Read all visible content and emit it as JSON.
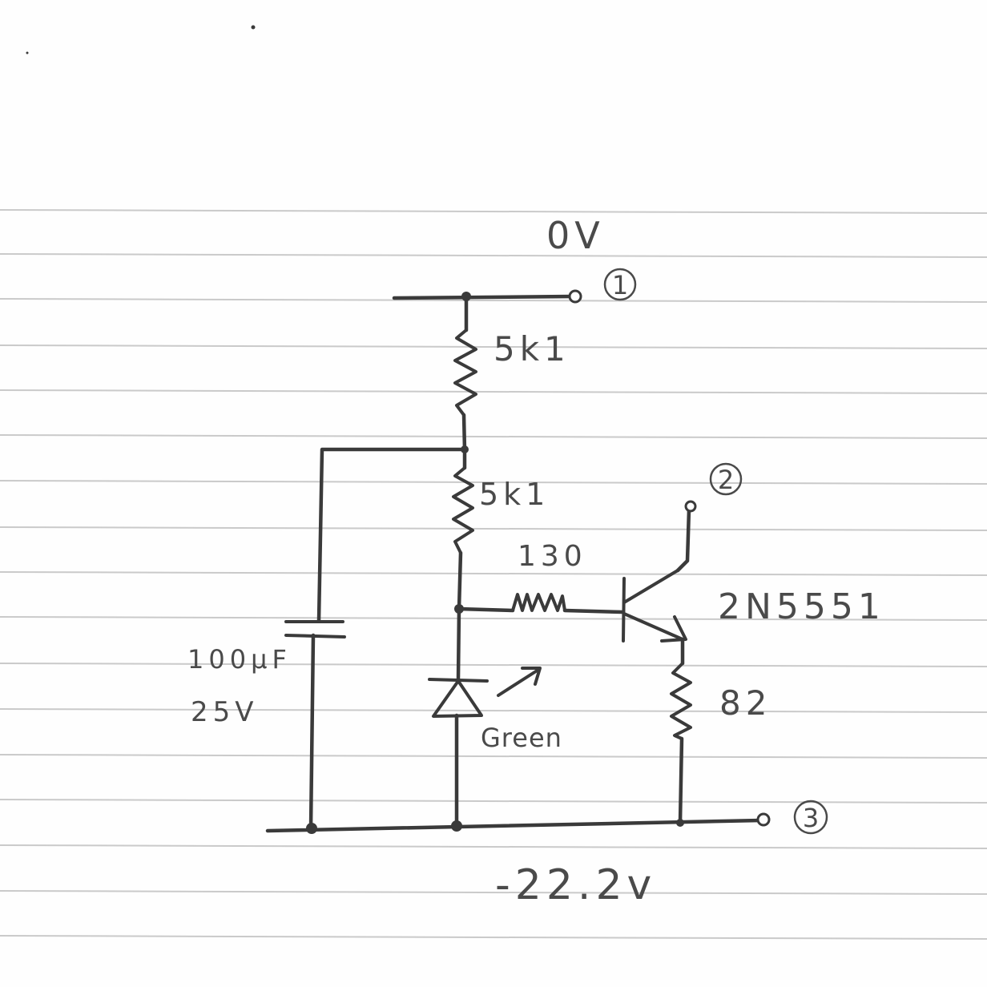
{
  "labels": {
    "supply_top": "0V",
    "supply_bottom": "-22.2v",
    "r1_value": "5k1",
    "r2_value": "5k1",
    "r_base_value": "130",
    "r_emitter_value": "82",
    "transistor": "2N5551",
    "capacitor_value": "100µF",
    "capacitor_voltage": "25V",
    "led_color": "Green"
  },
  "terminals": [
    "1",
    "2",
    "3"
  ],
  "colors": {
    "paper": "#fefefe",
    "rule_line": "#c9c9c9",
    "ink": "#3a3a3a"
  }
}
